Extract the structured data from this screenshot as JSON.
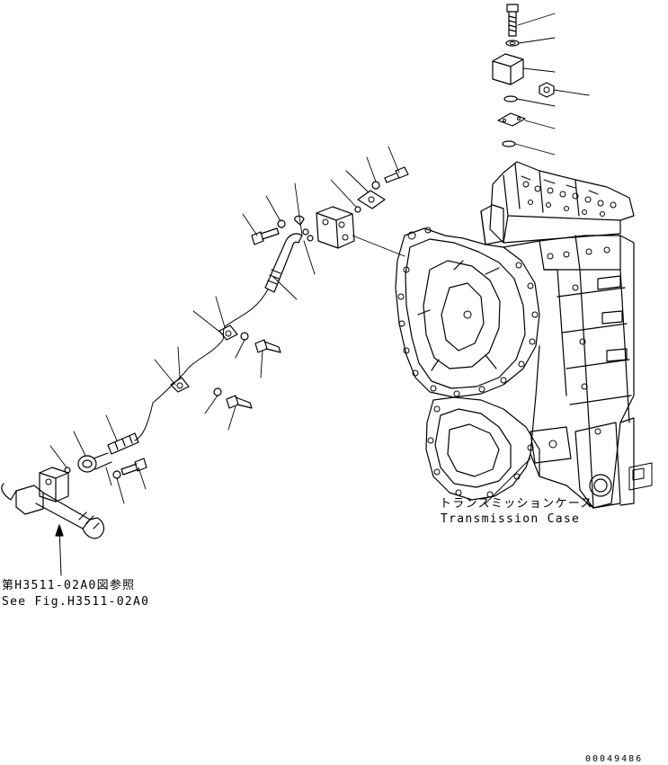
{
  "labels": {
    "case_jp": "トランスミッションケース",
    "case_en": "Transmission Case",
    "ref_jp": "第H3511-02A0図参照",
    "ref_en": "See Fig.H3511-02A0",
    "figure_number": "00049486"
  }
}
